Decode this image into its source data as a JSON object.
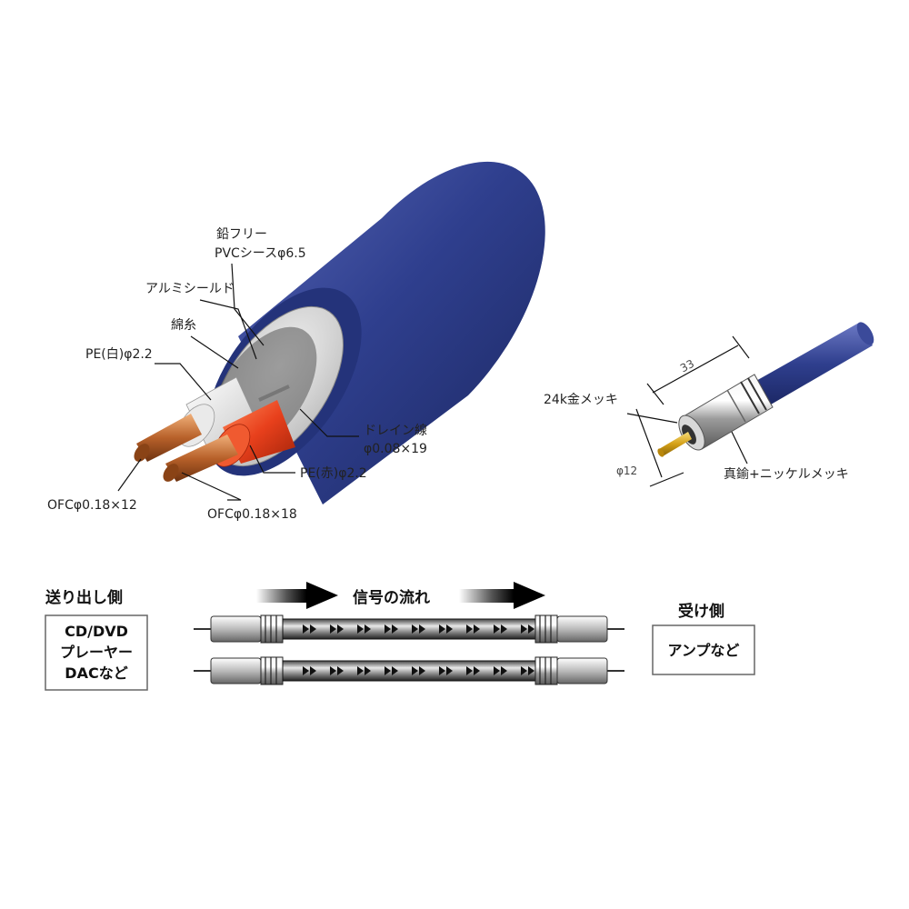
{
  "cable_section": {
    "sheath": "鉛フリー",
    "sheath_line2": "PVCシースφ6.5",
    "shield": "アルミシールド",
    "cotton": "綿糸",
    "pe_white": "PE(白)φ2.2",
    "drain_line1": "ドレイン線",
    "drain_line2": "φ0.08×19",
    "pe_red": "PE(赤)φ2.2",
    "ofc_12": "OFCφ0.18×12",
    "ofc_18": "OFCφ0.18×18"
  },
  "plug": {
    "gold": "24k金メッキ",
    "length": "33",
    "diameter": "φ12",
    "body": "真鍮+ニッケルメッキ"
  },
  "flow": {
    "source_title": "送り出し側",
    "source_line1": "CD/DVD",
    "source_line2": "プレーヤー",
    "source_line3": "DACなど",
    "signal": "信号の流れ",
    "receiver_title": "受け側",
    "receiver_box": "アンプなど"
  },
  "colors": {
    "sheath_blue": "#2e3f8c",
    "pe_red": "#e8401c",
    "copper": "#b8612a",
    "gold": "#d4a017"
  }
}
